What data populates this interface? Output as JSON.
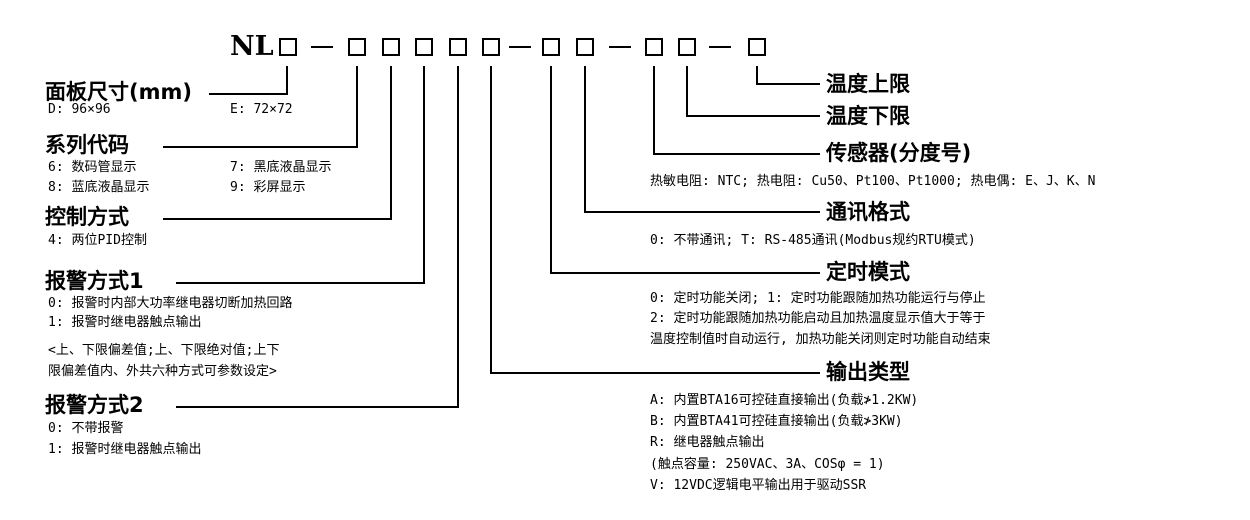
{
  "code": {
    "prefix": "NL",
    "dash": "–"
  },
  "fields": {
    "panel_size": {
      "label": "面板尺寸(mm)",
      "opt_d": "D: 96×96",
      "opt_e": "E: 72×72"
    },
    "series": {
      "label": "系列代码",
      "opt_6": "6: 数码管显示",
      "opt_7": "7: 黑底液晶显示",
      "opt_8": "8: 蓝底液晶显示",
      "opt_9": "9: 彩屏显示"
    },
    "control": {
      "label": "控制方式",
      "lines": [
        "4: 两位PID控制"
      ]
    },
    "alarm1": {
      "label": "报警方式1",
      "lines": [
        "0: 报警时内部大功率继电器切断加热回路",
        "1: 报警时继电器触点输出",
        "<上、下限偏差值;上、下限绝对值;上下",
        "限偏差值内、外共六种方式可参数设定>"
      ]
    },
    "alarm2": {
      "label": "报警方式2",
      "lines": [
        "0: 不带报警",
        "1: 报警时继电器触点输出"
      ]
    },
    "temp_upper": {
      "label": "温度上限"
    },
    "temp_lower": {
      "label": "温度下限"
    },
    "sensor": {
      "label": "传感器(分度号)",
      "lines": [
        "热敏电阻: NTC; 热电阻: Cu50、Pt100、Pt1000; 热电偶: E、J、K、N"
      ]
    },
    "comm": {
      "label": "通讯格式",
      "lines": [
        "0: 不带通讯; T: RS-485通讯(Modbus规约RTU模式)"
      ]
    },
    "timer": {
      "label": "定时模式",
      "lines": [
        "0: 定时功能关闭; 1: 定时功能跟随加热功能运行与停止",
        "2: 定时功能跟随加热功能启动且加热温度显示值大于等于",
        "温度控制值时自动运行, 加热功能关闭则定时功能自动结束"
      ]
    },
    "output": {
      "label": "输出类型",
      "lines": [
        "A: 内置BTA16可控硅直接输出(负载≯1.2KW)",
        "B: 内置BTA41可控硅直接输出(负载≯3KW)",
        "R: 继电器触点输出",
        "(触点容量: 250VAC、3A、COSφ = 1)",
        "V: 12VDC逻辑电平输出用于驱动SSR"
      ]
    }
  }
}
